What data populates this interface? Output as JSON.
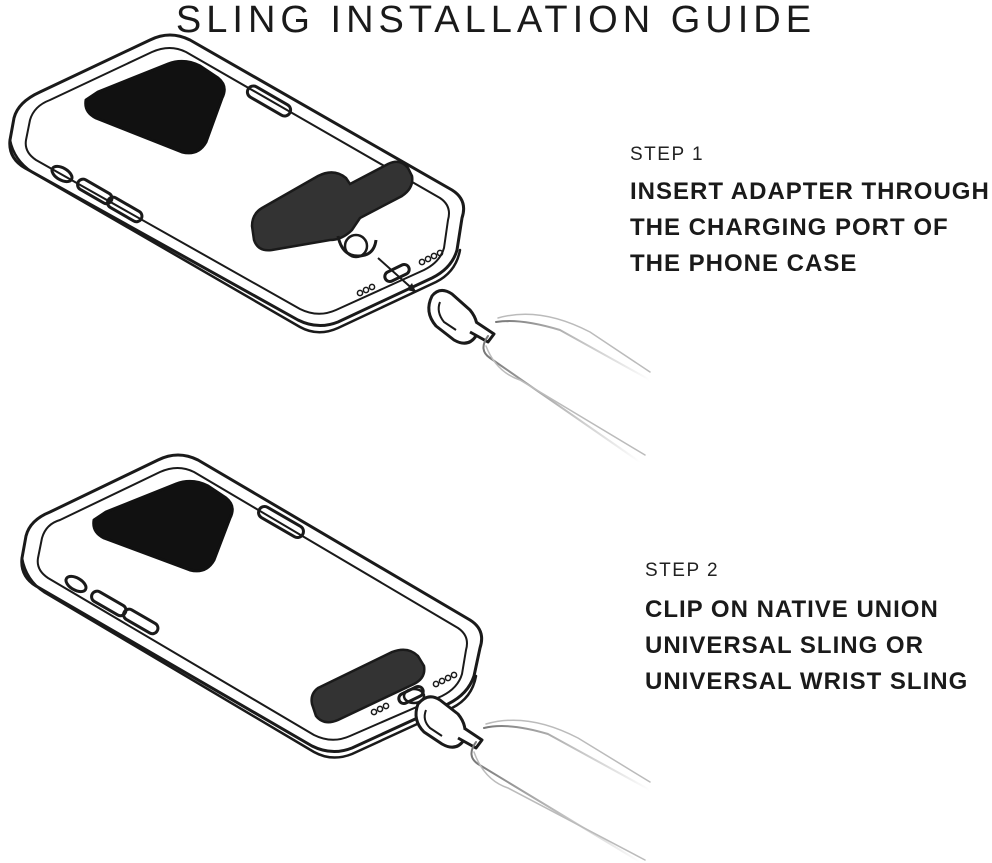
{
  "title": "SLING INSTALLATION GUIDE",
  "steps": [
    {
      "label": "STEP 1",
      "lines": [
        "INSERT ADAPTER THROUGH",
        "THE CHARGING PORT OF",
        "THE PHONE CASE"
      ]
    },
    {
      "label": "STEP 2",
      "lines": [
        "CLIP ON NATIVE UNION",
        "UNIVERSAL SLING OR",
        "UNIVERSAL WRIST SLING"
      ]
    }
  ],
  "colors": {
    "ink": "#1a1a1a",
    "strap": "#cfcfcf",
    "adapter": "#333333"
  }
}
